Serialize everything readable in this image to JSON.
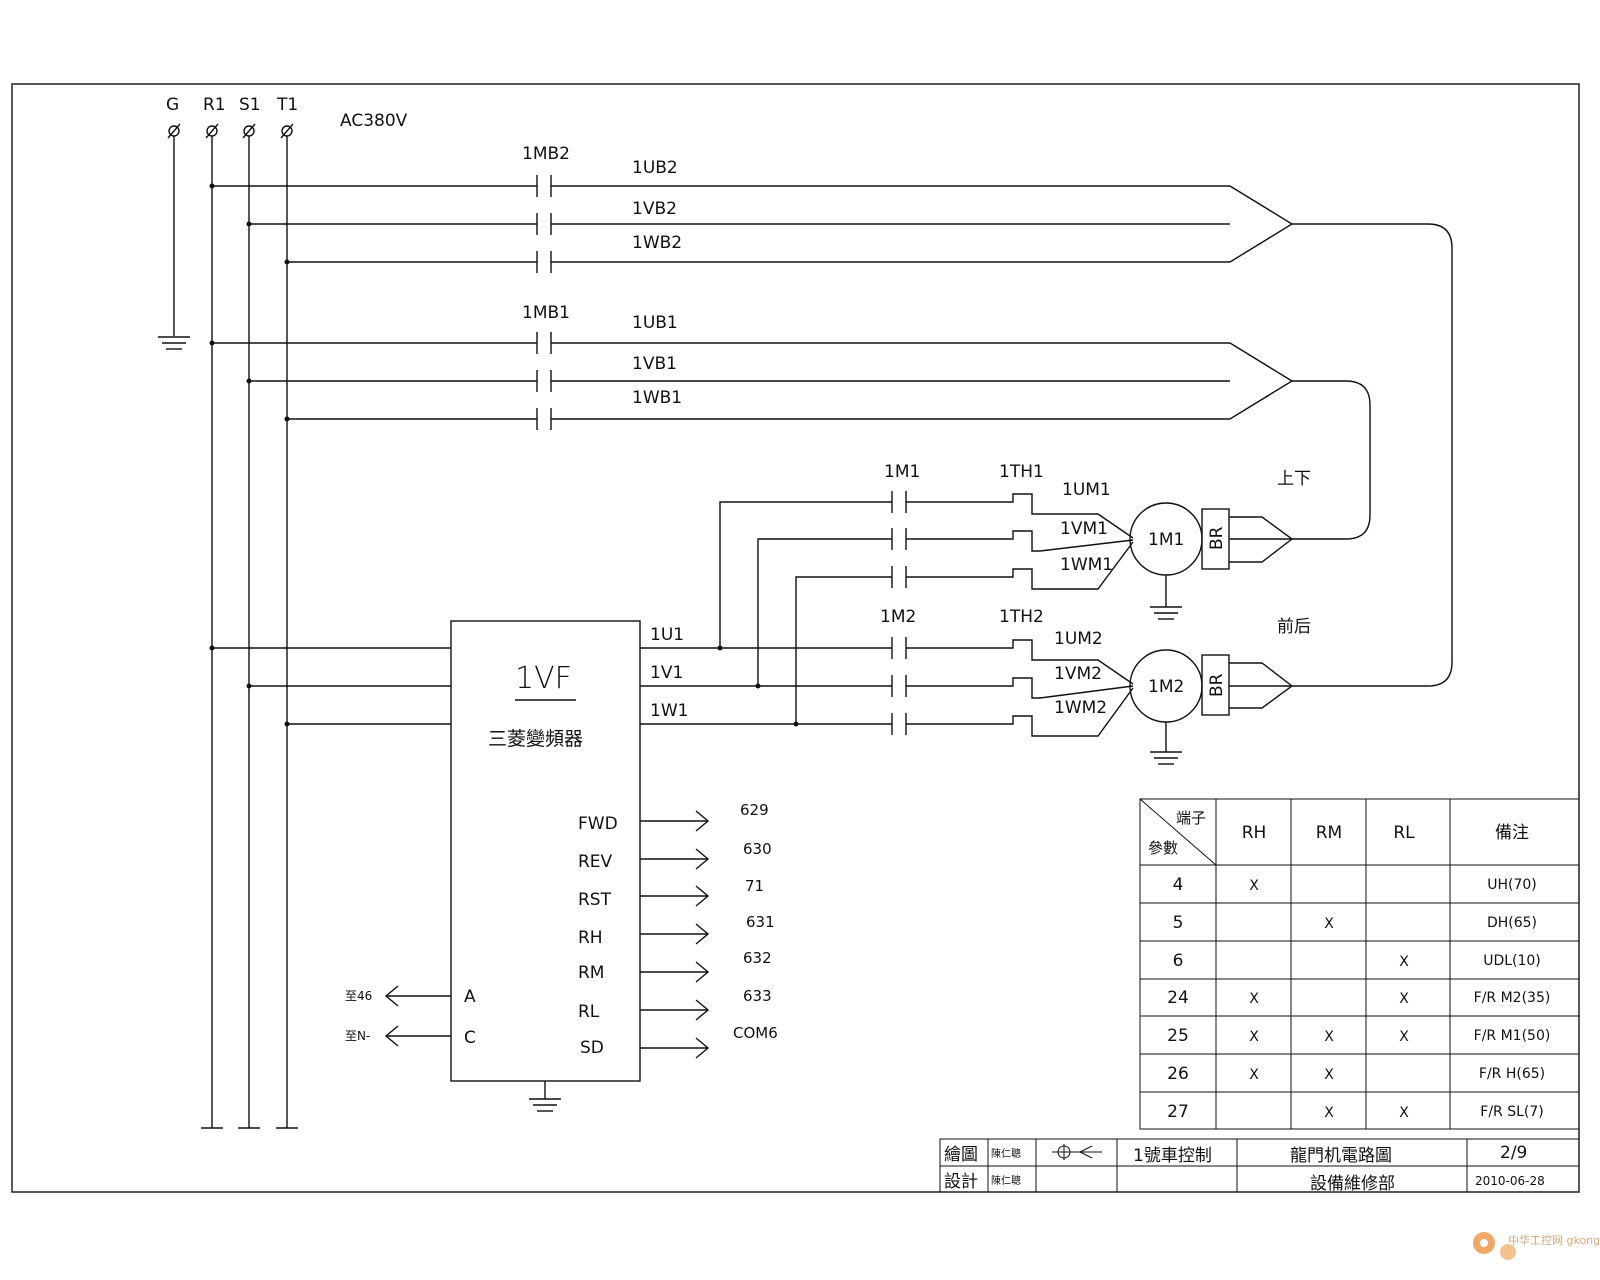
{
  "supply": {
    "terminals": [
      "G",
      "R1",
      "S1",
      "T1"
    ],
    "voltage": "AC380V"
  },
  "contactors": {
    "mb2": "1MB2",
    "mb1": "1MB1",
    "m1": "1M1",
    "m2": "1M2"
  },
  "brake_lines": {
    "b2": [
      "1UB2",
      "1VB2",
      "1WB2"
    ],
    "b1": [
      "1UB1",
      "1VB1",
      "1WB1"
    ]
  },
  "thermal": {
    "th1": "1TH1",
    "th2": "1TH2"
  },
  "motor_lines": {
    "m1": [
      "1UM1",
      "1VM1",
      "1WM1"
    ],
    "m2": [
      "1UM2",
      "1VM2",
      "1WM2"
    ]
  },
  "motors": {
    "m1": {
      "label": "1M1",
      "brake": "BR",
      "direction": "上下"
    },
    "m2": {
      "label": "1M2",
      "brake": "BR",
      "direction": "前后"
    }
  },
  "inverter": {
    "name": "1VF",
    "subtitle": "三菱變頻器",
    "outputs": [
      "1U1",
      "1V1",
      "1W1"
    ],
    "signals": [
      {
        "terminal": "FWD",
        "wire": "629"
      },
      {
        "terminal": "REV",
        "wire": "630"
      },
      {
        "terminal": "RST",
        "wire": "71"
      },
      {
        "terminal": "RH",
        "wire": "631"
      },
      {
        "terminal": "RM",
        "wire": "632"
      },
      {
        "terminal": "RL",
        "wire": "633"
      },
      {
        "terminal": "SD",
        "wire": "COM6"
      }
    ],
    "analog": [
      {
        "terminal": "A",
        "target": "至46"
      },
      {
        "terminal": "C",
        "target": "至N-"
      }
    ]
  },
  "param_table": {
    "corner_top": "端子",
    "corner_bottom": "參數",
    "headers": [
      "RH",
      "RM",
      "RL",
      "備注"
    ],
    "rows": [
      {
        "param": "4",
        "rh": "X",
        "rm": "",
        "rl": "",
        "note": "UH(70)"
      },
      {
        "param": "5",
        "rh": "",
        "rm": "X",
        "rl": "",
        "note": "DH(65)"
      },
      {
        "param": "6",
        "rh": "",
        "rm": "",
        "rl": "X",
        "note": "UDL(10)"
      },
      {
        "param": "24",
        "rh": "X",
        "rm": "",
        "rl": "X",
        "note": "F/R M2(35)"
      },
      {
        "param": "25",
        "rh": "X",
        "rm": "X",
        "rl": "X",
        "note": "F/R M1(50)"
      },
      {
        "param": "26",
        "rh": "X",
        "rm": "X",
        "rl": "",
        "note": "F/R H(65)"
      },
      {
        "param": "27",
        "rh": "",
        "rm": "X",
        "rl": "X",
        "note": "F/R SL(7)"
      }
    ]
  },
  "title_block": {
    "drawn_label": "繪圖",
    "drawn_by": "陳仁聰",
    "design_label": "設計",
    "design_by": "陳仁聰",
    "unit": "1號車控制",
    "drawing_title": "龍門机電路圖",
    "sheet": "2/9",
    "department": "設備維修部",
    "date": "2010-06-28"
  },
  "watermark": "中华工控网 gkong.com"
}
